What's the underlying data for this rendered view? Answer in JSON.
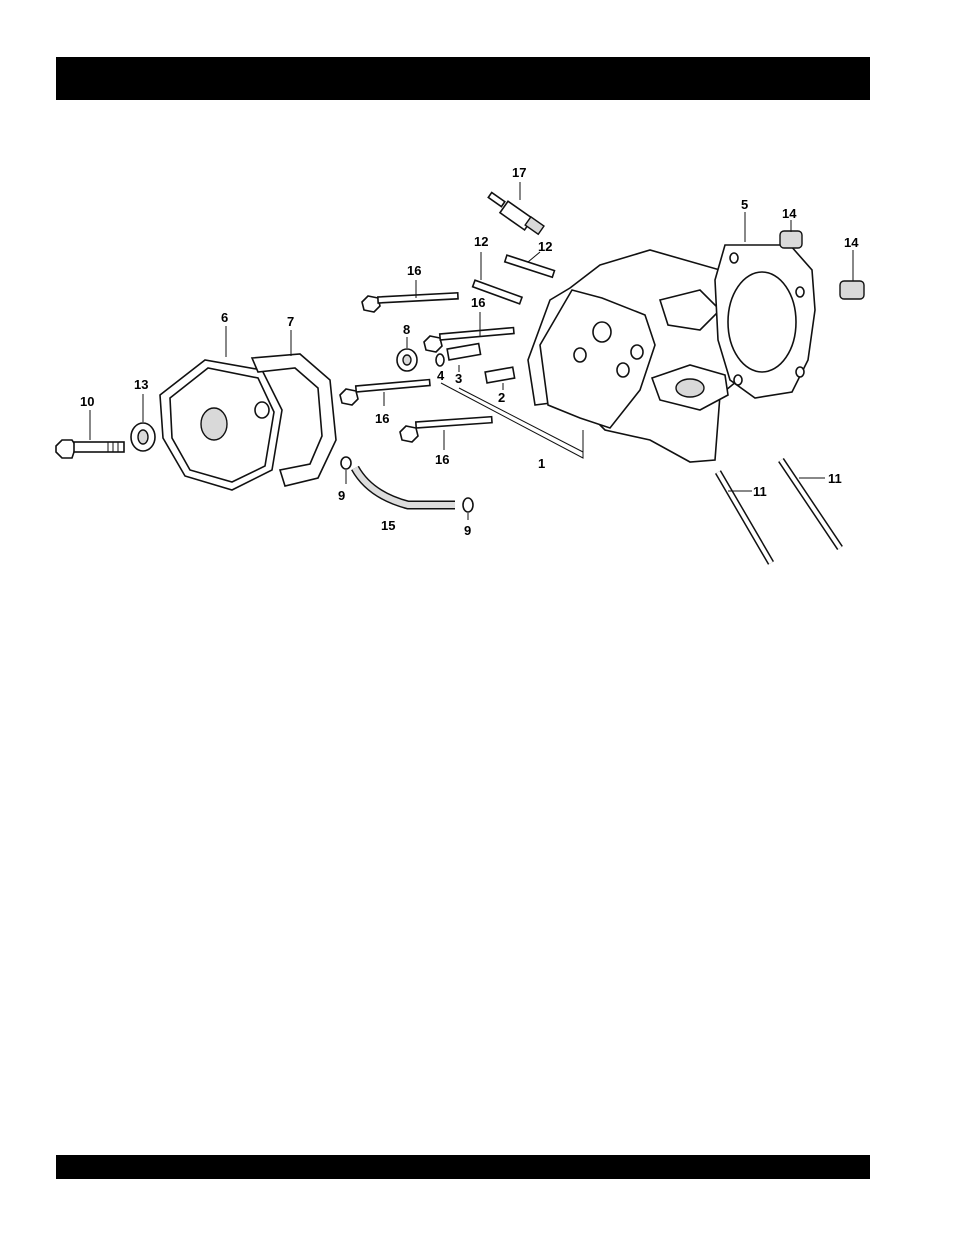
{
  "header_bar": {
    "color": "#000000"
  },
  "footer_bar": {
    "color": "#000000"
  },
  "callouts": {
    "c1": "1",
    "c2": "2",
    "c3": "3",
    "c4": "4",
    "c5": "5",
    "c6": "6",
    "c7": "7",
    "c8": "8",
    "c9a": "9",
    "c9b": "9",
    "c10": "10",
    "c11a": "11",
    "c11b": "11",
    "c12a": "12",
    "c12b": "12",
    "c13": "13",
    "c14a": "14",
    "c14b": "14",
    "c15": "15",
    "c16a": "16",
    "c16b": "16",
    "c16c": "16",
    "c16d": "16",
    "c17": "17"
  }
}
